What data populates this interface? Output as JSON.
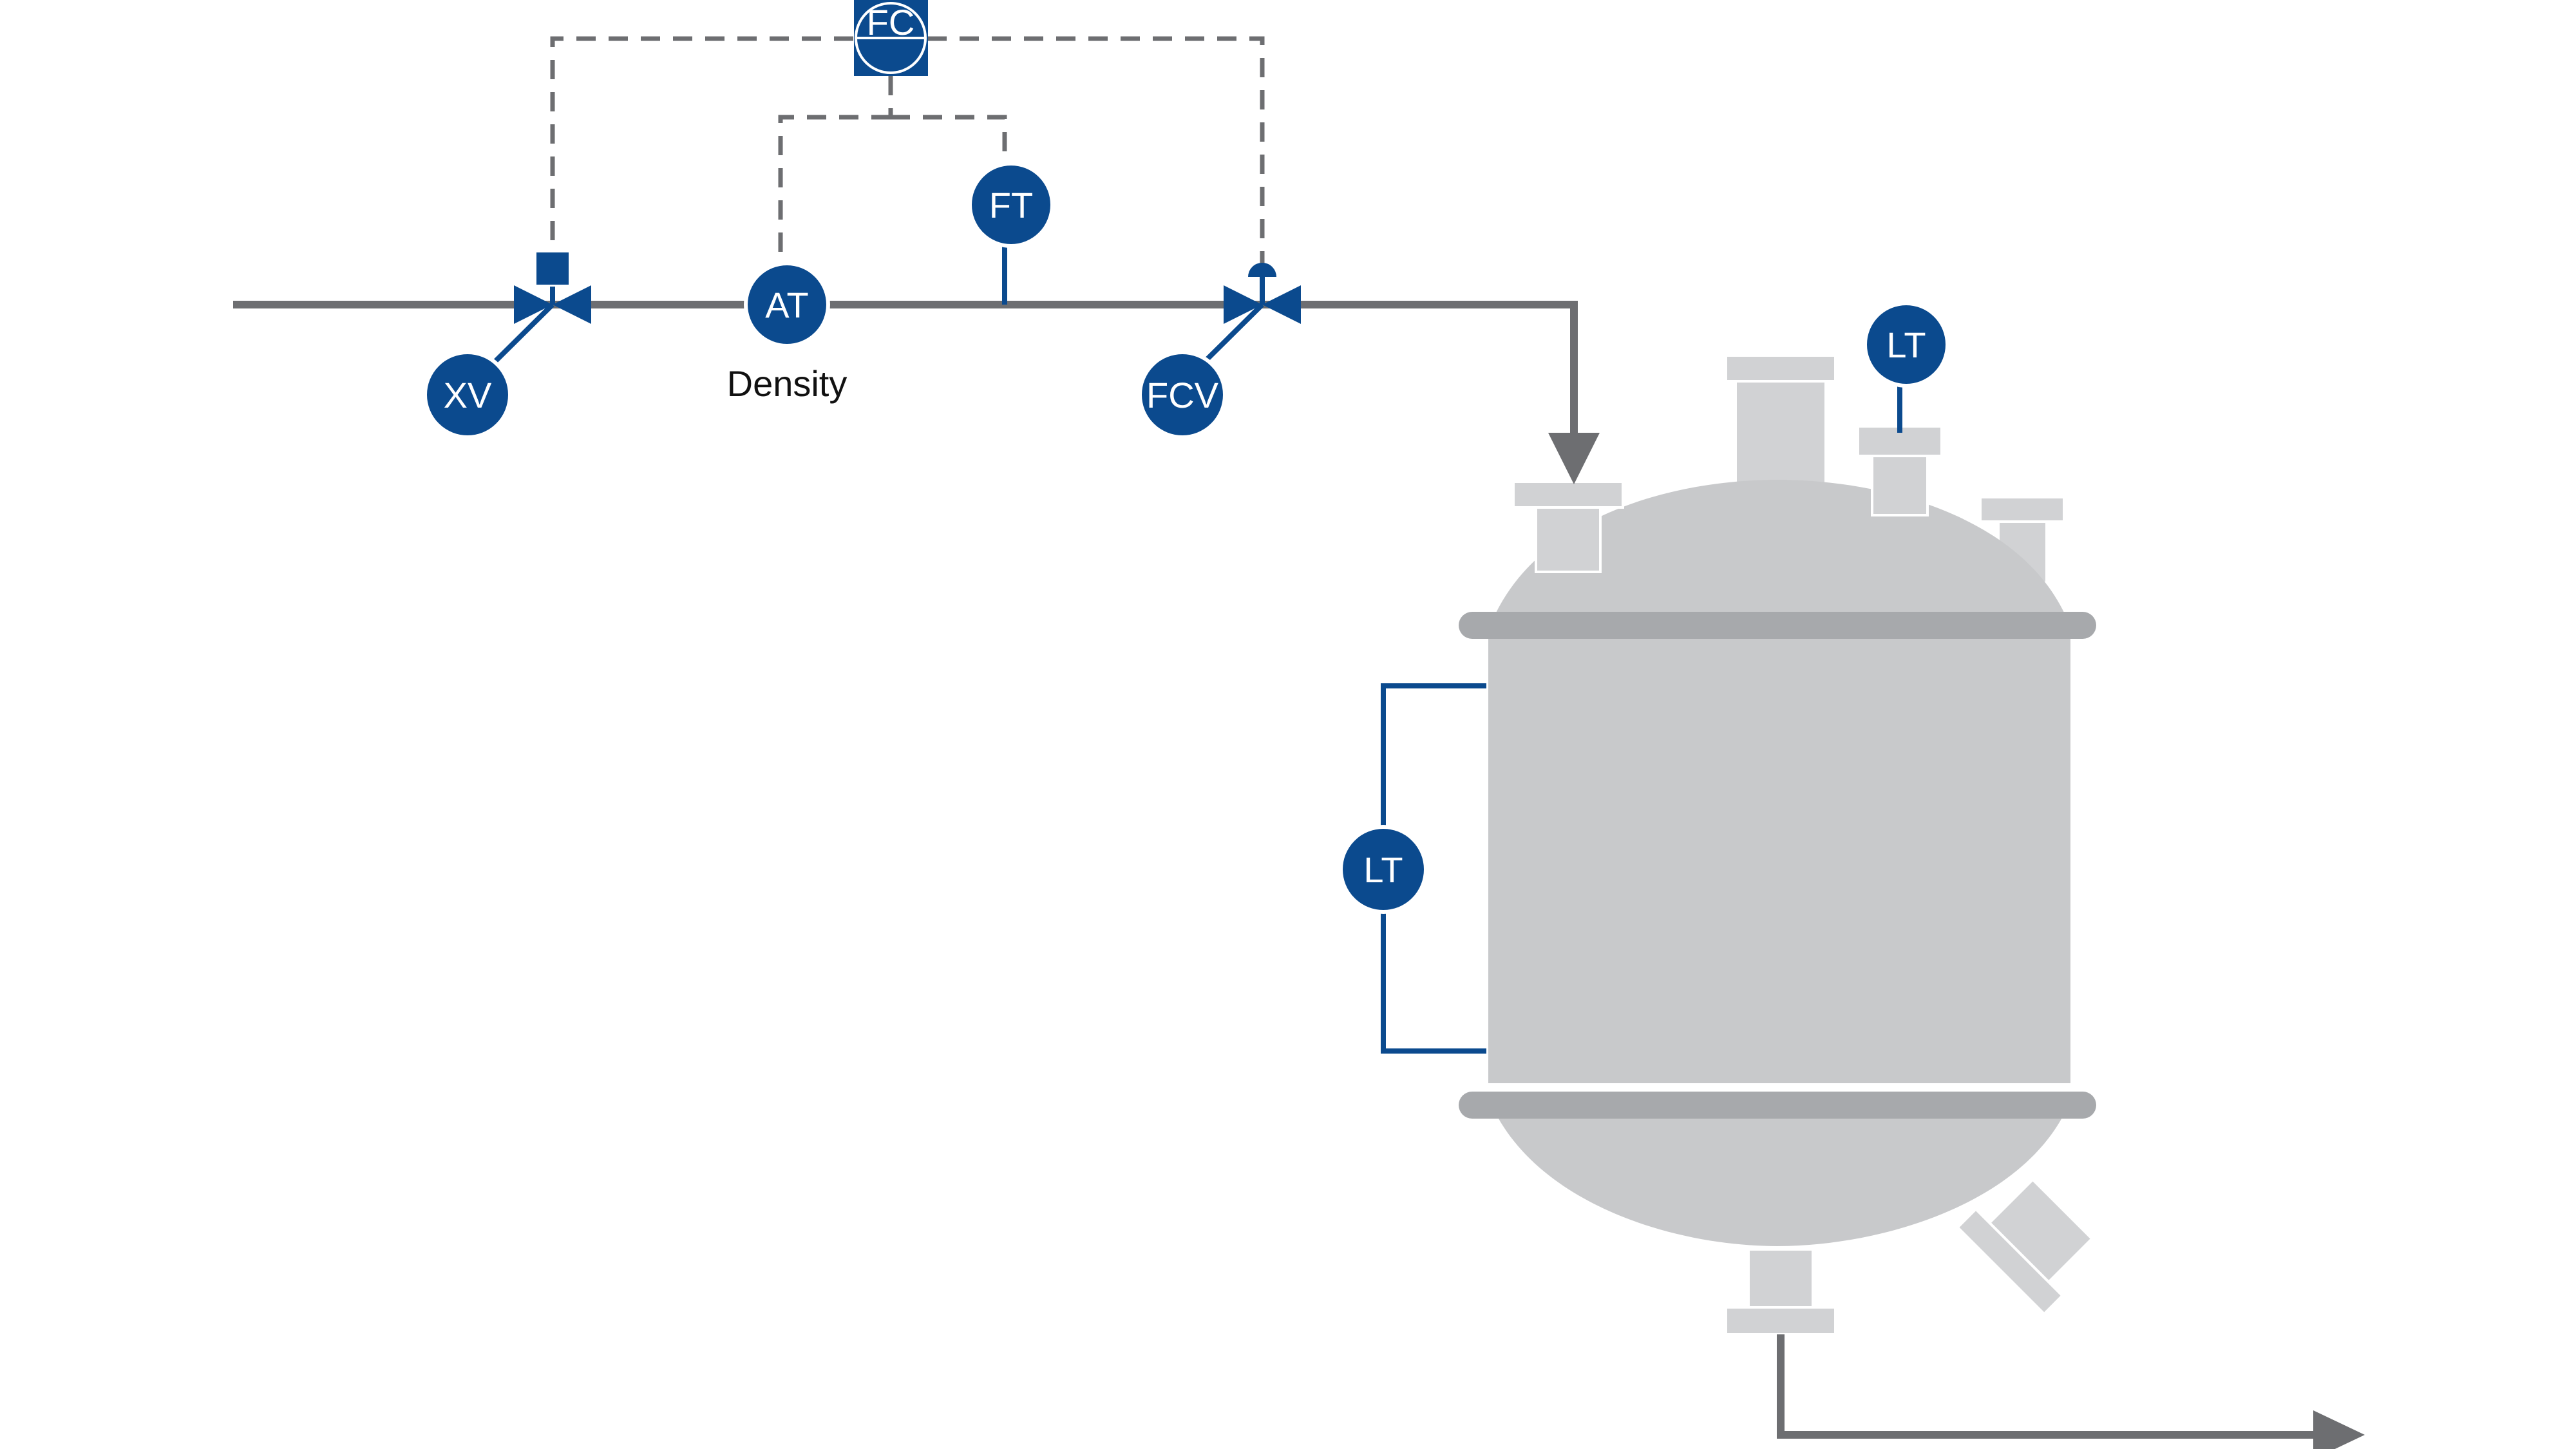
{
  "colors": {
    "instrument_blue": "#0b4a8e",
    "process_line": "#6d6e71",
    "signal_line": "#6d6e71",
    "vessel_fill": "#c8c9cb",
    "vessel_band": "#a7a9ac",
    "nozzle_fill": "#d1d2d4",
    "background": "#ffffff"
  },
  "instruments": {
    "fc": "FC",
    "at": "AT",
    "ft": "FT",
    "xv": "XV",
    "fcv": "FCV",
    "lt_top": "LT",
    "lt_side": "LT"
  },
  "labels": {
    "density": "Density"
  },
  "icons": {
    "xv_valve": "gate-valve-solenoid",
    "fcv_valve": "control-valve-diaphragm",
    "vessel": "jacketed-reactor-vessel",
    "flow_arrow": "arrow-right"
  }
}
